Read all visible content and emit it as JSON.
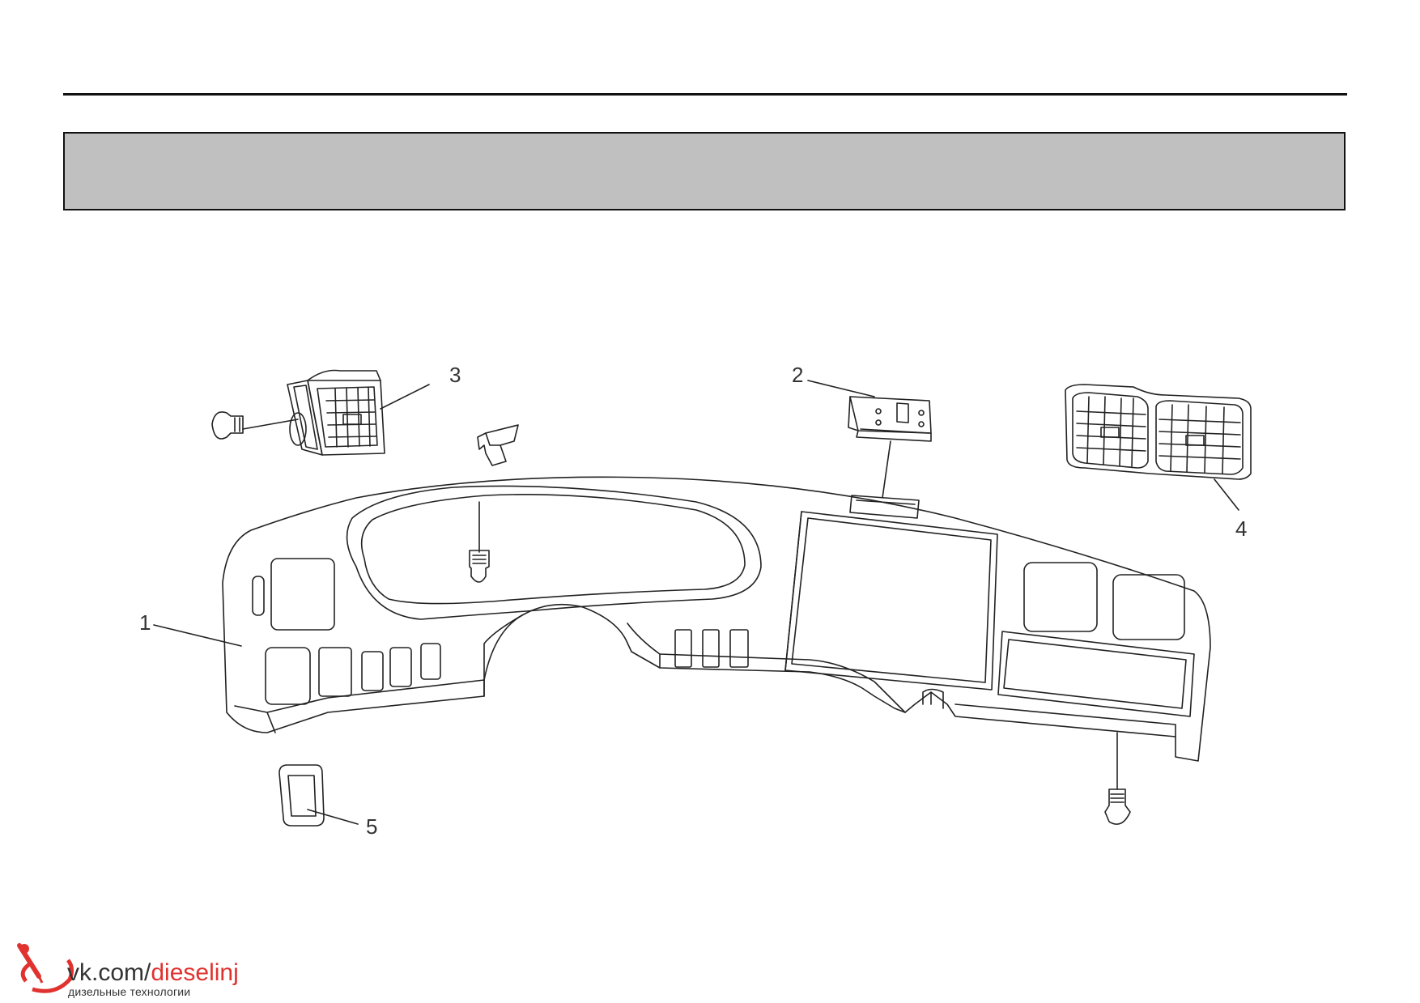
{
  "callouts": [
    {
      "id": "1",
      "text": "1"
    },
    {
      "id": "2",
      "text": "2"
    },
    {
      "id": "3",
      "text": "3"
    },
    {
      "id": "4",
      "text": "4"
    },
    {
      "id": "5",
      "text": "5"
    }
  ],
  "watermark": {
    "site_prefix": "vk.com/",
    "site_handle": "dieselinj",
    "subtitle": "дизельные технологии",
    "accent_color": "#e0322f"
  },
  "colors": {
    "band": "#c0c0c0",
    "line": "#222222"
  }
}
